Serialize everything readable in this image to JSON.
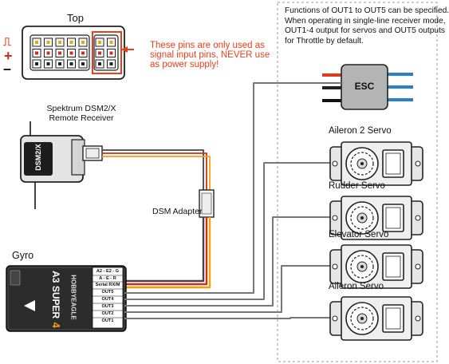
{
  "top": {
    "title": "Top",
    "signal_symbol": "⎍",
    "plus_symbol": "+",
    "minus_symbol": "–",
    "warning": [
      "These pins are only used as",
      "signal input pins, NEVER use",
      "as power supply!"
    ]
  },
  "note": [
    "Functions of OUT1 to OUT5 can be specified.",
    "When operating in single-line receiver mode,",
    "OUT1-4 output for servos and OUT5 outputs",
    "for Throttle by default."
  ],
  "receiver": {
    "title": [
      "Spektrum DSM2/X",
      "Remote Receiver"
    ],
    "body_label": "DSM2/X"
  },
  "adapter_label": "DSM Adapter",
  "esc_label": "ESC",
  "servos": [
    "Aileron 2 Servo",
    "Rudder Servo",
    "Elevator Servo",
    "Aileron Servo"
  ],
  "gyro": {
    "title": "Gyro",
    "brand": "HOBBYEAGLE",
    "model": "A3 SUPER",
    "model_num": "4",
    "ports_top": [
      "A2 - E2 - G",
      "A - E - R",
      "Serial RX/M"
    ],
    "ports_out": [
      "OUT5",
      "OUT4",
      "OUT3",
      "OUT2",
      "OUT1"
    ]
  },
  "colors": {
    "warning": "#e8401c",
    "signal_wire": "#f5a10a",
    "power_wire": "#d42a1b",
    "esc_red": "#e23a1e",
    "esc_blue": "#2a7fd4",
    "esc_body": "#b4b4b4",
    "gyro_body": "#2c2c2c"
  }
}
